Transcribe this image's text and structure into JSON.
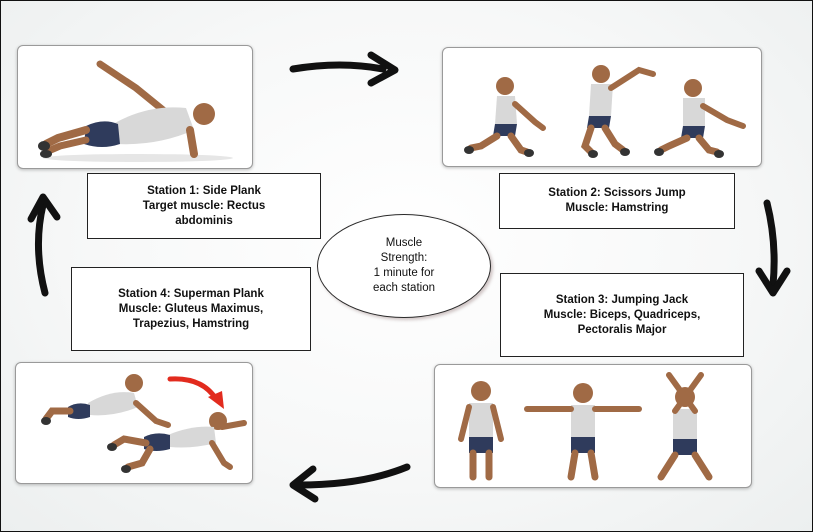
{
  "stations": [
    {
      "title": "Station 1: Side Plank",
      "lines": [
        "Target muscle: Rectus",
        "abdominis"
      ],
      "image_icon": "side-plank-figure"
    },
    {
      "title": "Station 2: Scissors Jump",
      "lines": [
        "Muscle: Hamstring"
      ],
      "image_icon": "scissors-jump-figures"
    },
    {
      "title": "Station 3: Jumping Jack",
      "lines": [
        "Muscle: Biceps, Quadriceps,",
        "Pectoralis Major"
      ],
      "image_icon": "jumping-jack-figures"
    },
    {
      "title": "Station 4: Superman Plank",
      "lines": [
        "Muscle: Gluteus Maximus,",
        "Trapezius, Hamstring"
      ],
      "image_icon": "superman-plank-figures"
    }
  ],
  "center": {
    "lines": [
      "Muscle",
      "Strength:",
      "1 minute for",
      "each station"
    ]
  },
  "colors": {
    "arrow": "#111111",
    "motion_arrow": "#e22b1e",
    "shirt": "#d8d8d8",
    "shorts": "#2f3b5c",
    "skin": "#a06a45"
  }
}
